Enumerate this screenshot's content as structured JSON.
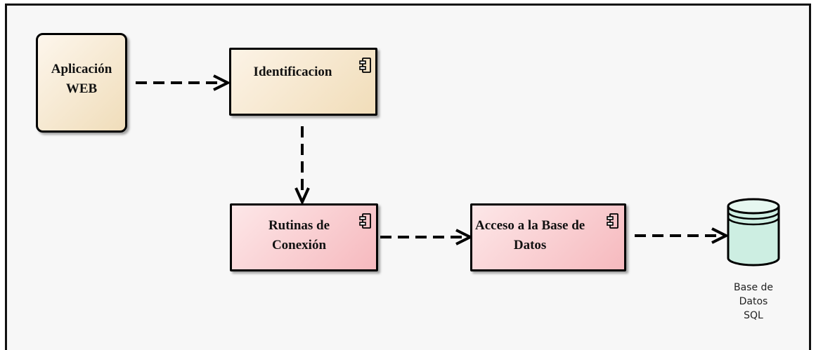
{
  "diagram": {
    "nodes": {
      "app": {
        "label": "Aplicación\nWEB"
      },
      "ident": {
        "label": "Identificacion",
        "icon": "component-icon"
      },
      "rutinas": {
        "label": "Rutinas de\nConexión",
        "icon": "component-icon"
      },
      "acceso": {
        "label": "Acceso a la Base de\nDatos",
        "icon": "component-icon"
      },
      "db": {
        "label": "Base de\nDatos\nSQL",
        "icon": "database-icon"
      }
    },
    "edges": [
      {
        "from": "app",
        "to": "ident",
        "style": "dashed"
      },
      {
        "from": "ident",
        "to": "rutinas",
        "style": "dashed"
      },
      {
        "from": "rutinas",
        "to": "acceso",
        "style": "dashed"
      },
      {
        "from": "acceso",
        "to": "db",
        "style": "dashed"
      }
    ],
    "colors": {
      "tan_fill": "#f3e0bf",
      "pink_fill": "#f7c0c5",
      "db_fill": "#cfeee2",
      "stroke": "#000000"
    }
  }
}
